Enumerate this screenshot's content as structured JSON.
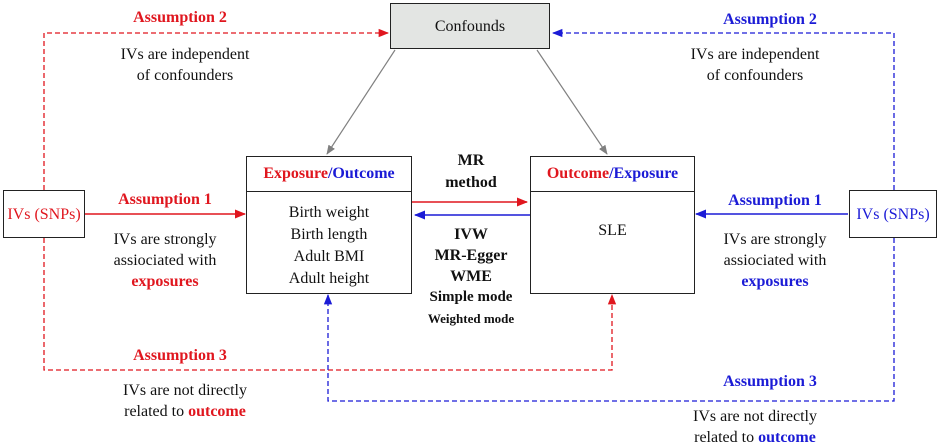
{
  "confounds": {
    "label": "Confounds"
  },
  "left_iv": {
    "label": "IVs (SNPs)"
  },
  "right_iv": {
    "label": "IVs (SNPs)"
  },
  "exposure_box": {
    "header_a": "Exposure",
    "header_sep": "/",
    "header_b": "Outcome",
    "items": [
      "Birth weight",
      "Birth length",
      "Adult BMI",
      "Adult height"
    ]
  },
  "outcome_box": {
    "header_a": "Outcome",
    "header_sep": "/",
    "header_b": "Exposure",
    "body": "SLE"
  },
  "mr_method": {
    "line1": "MR",
    "line2": "method"
  },
  "methods": [
    "IVW",
    "MR-Egger",
    "WME",
    "Simple mode",
    "Weighted mode"
  ],
  "left": {
    "assumption2": {
      "title": "Assumption 2",
      "line1": "IVs are independent",
      "line2": "of confounders"
    },
    "assumption1": {
      "title": "Assumption 1",
      "line1": "IVs are strongly",
      "line2": "assiociated with",
      "emph": "exposures"
    },
    "assumption3": {
      "title": "Assumption 3",
      "line1": "IVs are not directly",
      "line2": "related to ",
      "emph": "outcome"
    }
  },
  "right": {
    "assumption2": {
      "title": "Assumption 2",
      "line1": "IVs are independent",
      "line2": "of confounders"
    },
    "assumption1": {
      "title": "Assumption 1",
      "line1": "IVs are strongly",
      "line2": "assiociated with",
      "emph": "exposures"
    },
    "assumption3": {
      "title": "Assumption 3",
      "line1": "IVs are not directly",
      "line2": "related to ",
      "emph": "outcome"
    }
  },
  "colors": {
    "red": "#e0161e",
    "blue": "#1b1bd6",
    "gray_arrow": "#808080",
    "confounds_fill": "#e3e5e3"
  }
}
